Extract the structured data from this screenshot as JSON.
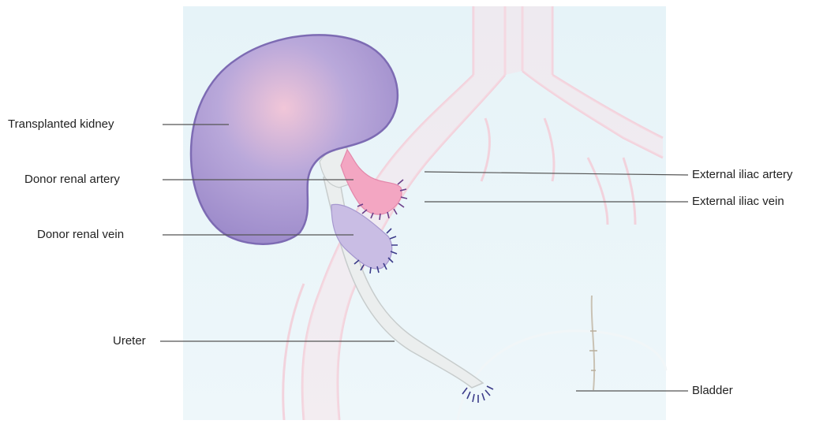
{
  "labels": {
    "transplanted_kidney": "Transplanted kidney",
    "donor_renal_artery": "Donor renal artery",
    "donor_renal_vein": "Donor renal vein",
    "ureter": "Ureter",
    "external_iliac_artery": "External iliac artery",
    "external_iliac_vein": "External iliac vein",
    "bladder": "Bladder"
  },
  "colors": {
    "background_panel": "#e8f4f8",
    "kidney": "#a597cf",
    "kidney_outline": "#7d6bb3",
    "artery": "#f2a3bf",
    "vein": "#c8bde3",
    "suture_artery": "#6b3f8a",
    "suture_vein": "#3c3c8a",
    "vessels_background": "#f6d3dc",
    "ureter": "#e9ecec",
    "leader_line": "#555555"
  }
}
